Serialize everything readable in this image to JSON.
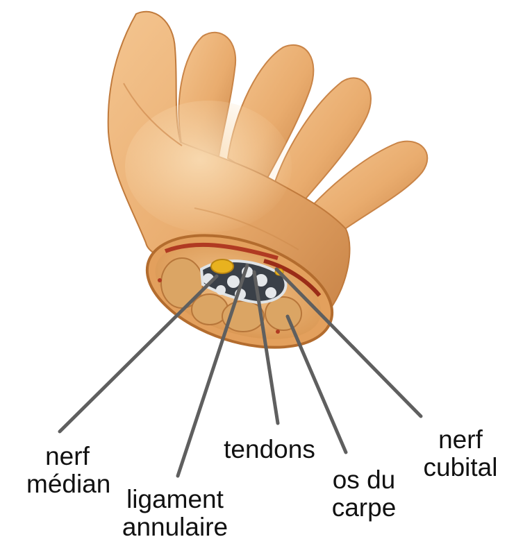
{
  "labels": {
    "nerf_median": [
      "nerf",
      "médian"
    ],
    "ligament_annulaire": [
      "ligament",
      "annulaire"
    ],
    "tendons": [
      "tendons"
    ],
    "os_du_carpe": [
      "os du",
      "carpe"
    ],
    "nerf_cubital": [
      "nerf",
      "cubital"
    ]
  },
  "colors": {
    "skin": "#eab277",
    "skin_light": "#f7d6a8",
    "skin_shadow": "#b87438",
    "leader_line": "#5f5f5f",
    "tendon": "#dfe3e6",
    "bone": "#d9a766",
    "nerve": "#e8b21f",
    "muscle": "#b03a22"
  }
}
